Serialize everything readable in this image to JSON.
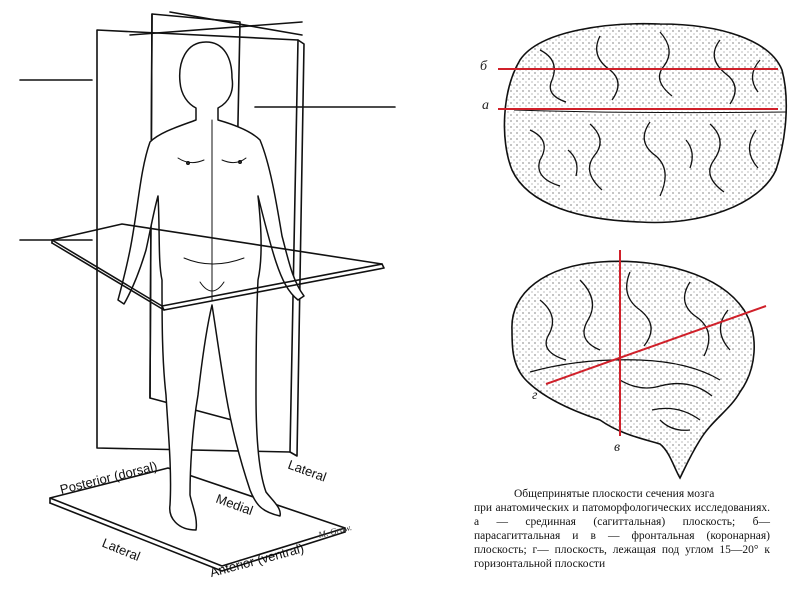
{
  "left_figure": {
    "labels": {
      "posterior": "Posterior (dorsal)",
      "lateral_right": "Lateral",
      "medial": "Medial",
      "lateral_left": "Lateral",
      "anterior": "Anterior (ventral)"
    },
    "signature": "M. Graw."
  },
  "brain_top": {
    "line_labels": {
      "b": "б",
      "a": "а"
    },
    "line_color": "#d0202a"
  },
  "brain_side": {
    "line_labels": {
      "g": "г",
      "v": "в"
    },
    "line_color": "#d0202a"
  },
  "caption": {
    "line1": "Общепринятые плоскости сечения мозга",
    "rest": "при анатомических и патоморфологических исследованиях. а — срединная (сагиттальная) плоскость; б— парасагиттальная и в — фронтальная (коронарная) плоскость; г— плоскость, лежащая под углом 15—20° к горизонтальной плоскости"
  }
}
